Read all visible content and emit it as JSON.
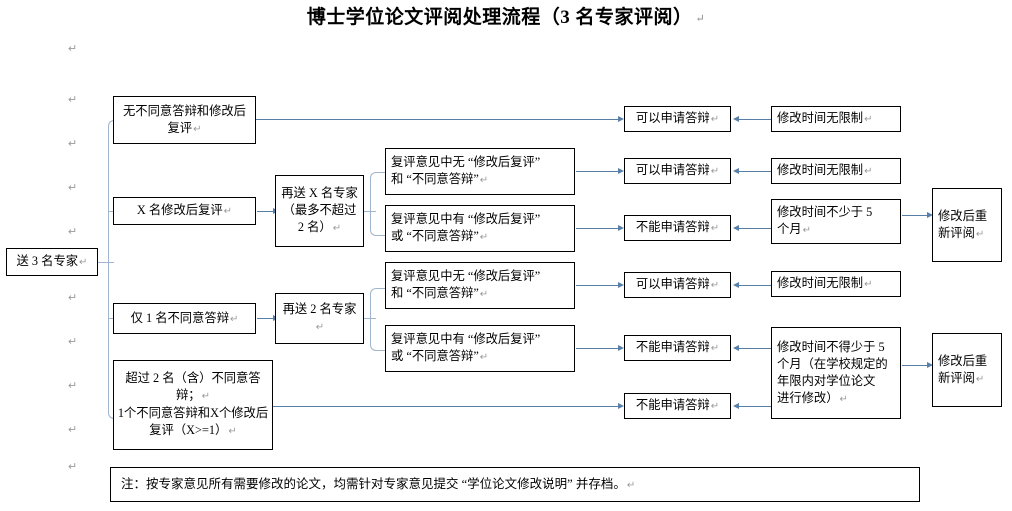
{
  "document": {
    "title": "博士学位论文评阅处理流程（3 名专家评阅）",
    "pilcrow": "↵"
  },
  "colors": {
    "connector": "#587fa8",
    "elbow": "#9fb6ce",
    "box_border": "#000000",
    "background": "#ffffff",
    "text": "#000000"
  },
  "flow": {
    "start": {
      "label": "送 3 名专家"
    },
    "outcomes": [
      {
        "id": "outcome-no-objection",
        "label": "无不同意答辩和修改后复评"
      },
      {
        "id": "outcome-x-revise",
        "label": "X 名修改后复评"
      },
      {
        "id": "outcome-one-objection",
        "label": "仅 1 名不同意答辩"
      },
      {
        "id": "outcome-two-or-more",
        "line1": "超过 2 名（含）不同意答辩；",
        "line2": "1个不同意答辩和X个修改后复评（X>=1）"
      }
    ],
    "resend": [
      {
        "id": "resend-x",
        "label": "再送 X 名专家（最多不超过 2 名）"
      },
      {
        "id": "resend-2",
        "label": "再送 2 名专家"
      }
    ],
    "review_conditions": [
      {
        "id": "cond-1",
        "line1": "复评意见中无 “修改后复评”",
        "line2": "和 “不同意答辩”"
      },
      {
        "id": "cond-2",
        "line1": "复评意见中有 “修改后复评”",
        "line2": "或 “不同意答辩”"
      },
      {
        "id": "cond-3",
        "line1": "复评意见中无 “修改后复评”",
        "line2": "和 “不同意答辩”"
      },
      {
        "id": "cond-4",
        "line1": "复评意见中有 “修改后复评”",
        "line2": "或 “不同意答辩”"
      }
    ],
    "decisions": [
      {
        "id": "decision-1",
        "label": "可以申请答辩"
      },
      {
        "id": "decision-2",
        "label": "可以申请答辩"
      },
      {
        "id": "decision-3",
        "label": "不能申请答辩"
      },
      {
        "id": "decision-4",
        "label": "可以申请答辩"
      },
      {
        "id": "decision-5",
        "label": "不能申请答辩"
      },
      {
        "id": "decision-6",
        "label": "不能申请答辩"
      }
    ],
    "revision_times": [
      {
        "id": "time-1",
        "label": "修改时间无限制"
      },
      {
        "id": "time-2",
        "label": "修改时间无限制"
      },
      {
        "id": "time-3",
        "line1": "修改时间不少于 5",
        "line2": "个月"
      },
      {
        "id": "time-4",
        "label": "修改时间无限制"
      },
      {
        "id": "time-5",
        "line1": "修改时间不得少于 5",
        "line2": "个月（在学校规定的",
        "line3": "年限内对学位论文",
        "line4": "进行修改）"
      }
    ],
    "re_review": [
      {
        "id": "rereview-1",
        "line1": "修改后重",
        "line2": "新评阅"
      },
      {
        "id": "rereview-2",
        "line1": "修改后重",
        "line2": "新评阅"
      }
    ]
  },
  "footer": {
    "note": "注：按专家意见所有需要修改的论文，均需针对专家意见提交 “学位论文修改说明” 并存档。"
  }
}
